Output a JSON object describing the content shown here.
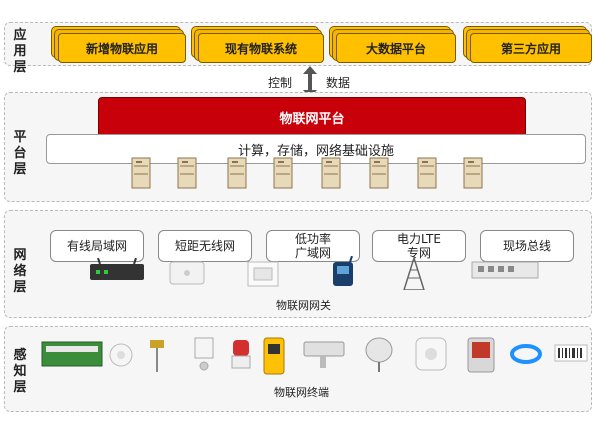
{
  "layers": {
    "application": {
      "label": "应用\n层",
      "apps": [
        "新增物联应用",
        "现有物联系统",
        "大数据平台",
        "第三方应用"
      ]
    },
    "platform": {
      "label": "平台\n层",
      "platform_title": "物联网平台",
      "infrastructure": "计算，存储，网络基础设施"
    },
    "network": {
      "label": "网络\n层",
      "boxes": [
        "有线局域网",
        "短距无线网",
        "低功率\n广域网",
        "电力LTE\n专网",
        "现场总线"
      ],
      "gateway_caption": "物联网网关"
    },
    "perception": {
      "label": "感知\n层",
      "terminal_caption": "物联网终端"
    }
  },
  "arrow": {
    "left_label": "控制",
    "right_label": "数据"
  },
  "colors": {
    "app_fill": "#ffc000",
    "platform_fill": "#c8000a",
    "layer_bg": "#f6f6f6"
  }
}
